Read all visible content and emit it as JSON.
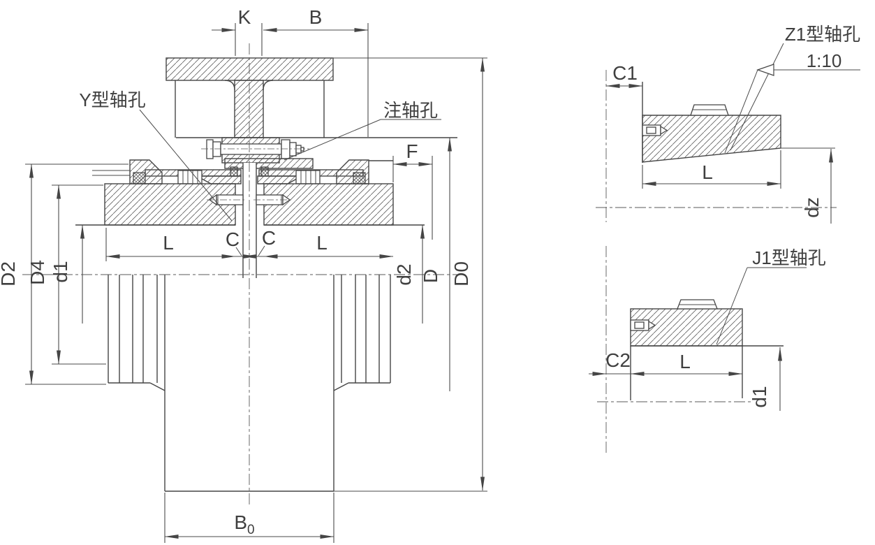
{
  "drawing": {
    "title_labels": {
      "y_hole": "Y型轴孔",
      "note_hole": "注轴孔",
      "z1_hole": "Z1型轴孔",
      "taper": "1:10",
      "j1_hole": "J1型轴孔"
    },
    "dims_main": {
      "k": "K",
      "b": "B",
      "b0_base": "B",
      "b0_sub": "0",
      "l_left": "L",
      "c_left": "C",
      "c_right": "C",
      "l_right": "L",
      "f": "F",
      "d2_cap": "D2",
      "d4_cap": "D4",
      "d1_low": "d1",
      "d2_low": "d2",
      "d_cap": "D",
      "d0_cap": "D0"
    },
    "dims_z1": {
      "c1": "C1",
      "l": "L",
      "dz": "dz"
    },
    "dims_j1": {
      "c2": "C2",
      "l": "L",
      "d1": "d1"
    },
    "colors": {
      "line": "#454545",
      "hatch": "#5f5f5f",
      "background": "#ffffff"
    }
  }
}
